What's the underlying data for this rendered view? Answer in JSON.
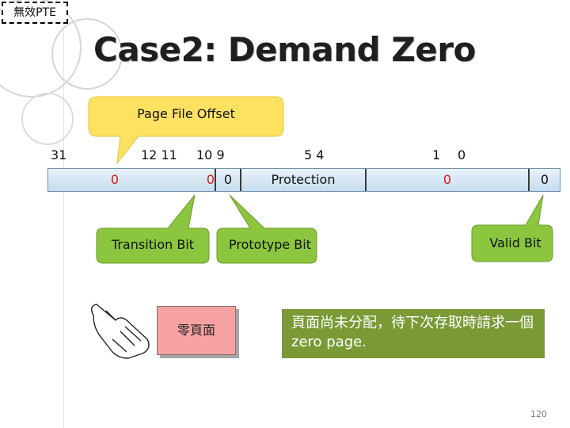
{
  "tag": "無效PTE",
  "title": "Case2:  Demand Zero",
  "page_file_offset": "Page File Offset",
  "bit_numbers": {
    "b31": "31",
    "b12_11": "12  11",
    "b10_9": "10  9",
    "b5_4": "5  4",
    "b1": "1",
    "b0": "0"
  },
  "pte_fields": {
    "offset": "0",
    "transition": "0",
    "prototype": "0",
    "protection": "Protection",
    "reserved": "0",
    "valid": "0"
  },
  "labels": {
    "transition_bit": "Transition Bit",
    "prototype_bit": "Prototype Bit",
    "valid_bit": "Valid Bit"
  },
  "note": "零頁面",
  "explanation": "頁面尚未分配，待下次存取時請求一個zero page.",
  "page_number": "120",
  "colors": {
    "callout_yellow": "#fde262",
    "callout_green": "#8cc63e",
    "note_pink": "#f7a2a2",
    "explanation_green": "#7a9a36",
    "field_red": "#d11a1a"
  }
}
